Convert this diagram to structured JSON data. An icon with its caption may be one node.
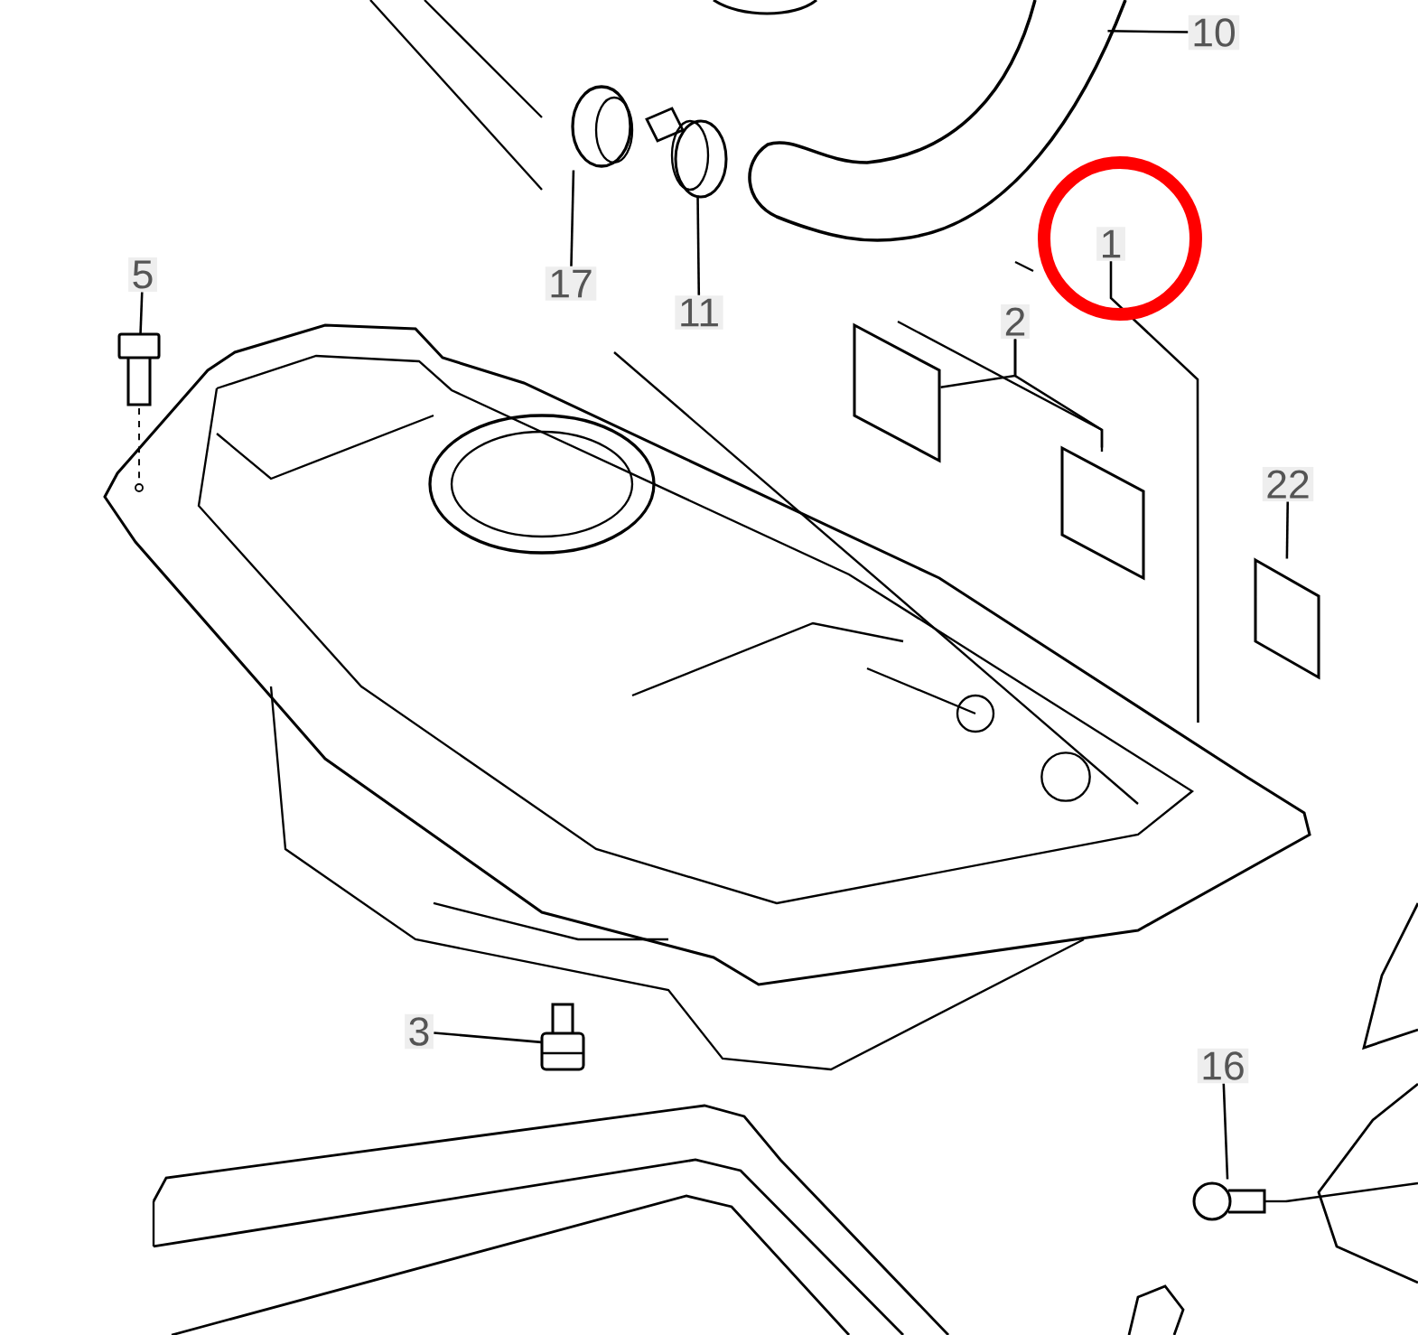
{
  "diagram": {
    "nodes": [
      {
        "text": [
          "10"
        ]
      },
      {
        "text": [],
        "shape": "picture"
      },
      {
        "text": [],
        "shape": "picture"
      },
      {
        "text": [],
        "shape": "picture"
      },
      {
        "text": [
          "1"
        ]
      },
      {
        "text": [
          "17"
        ]
      },
      {
        "text": [
          "11"
        ]
      },
      {
        "text": [
          "5"
        ]
      },
      {
        "text": [
          "2"
        ]
      },
      {
        "text": [],
        "shape": "picture"
      },
      {
        "text": [],
        "shape": "box"
      },
      {
        "text": [],
        "shape": "picture"
      },
      {
        "text": [
          "22"
        ]
      },
      {
        "text": [],
        "shape": "box"
      },
      {
        "text": [],
        "shape": "box"
      },
      {
        "text": [
          "3"
        ]
      },
      {
        "text": [],
        "shape": "picture"
      },
      {
        "text": [
          "16"
        ]
      },
      {
        "text": [],
        "shape": "picture"
      }
    ],
    "edges": [
      {
        "from": 0,
        "to": 1,
        "arrow": "none"
      },
      {
        "from": 5,
        "to": 2,
        "arrow": "none"
      },
      {
        "from": 6,
        "to": 3,
        "arrow": "none"
      },
      {
        "from": 4,
        "to": 11,
        "arrow": "none"
      },
      {
        "from": 8,
        "to": 10,
        "arrow": "none"
      },
      {
        "from": 8,
        "to": 13,
        "arrow": "none"
      },
      {
        "from": 7,
        "to": 9,
        "arrow": "none"
      },
      {
        "from": 12,
        "to": 14,
        "arrow": "none"
      },
      {
        "from": 15,
        "to": 16,
        "arrow": "none"
      },
      {
        "from": 17,
        "to": 18,
        "arrow": "none"
      }
    ]
  }
}
